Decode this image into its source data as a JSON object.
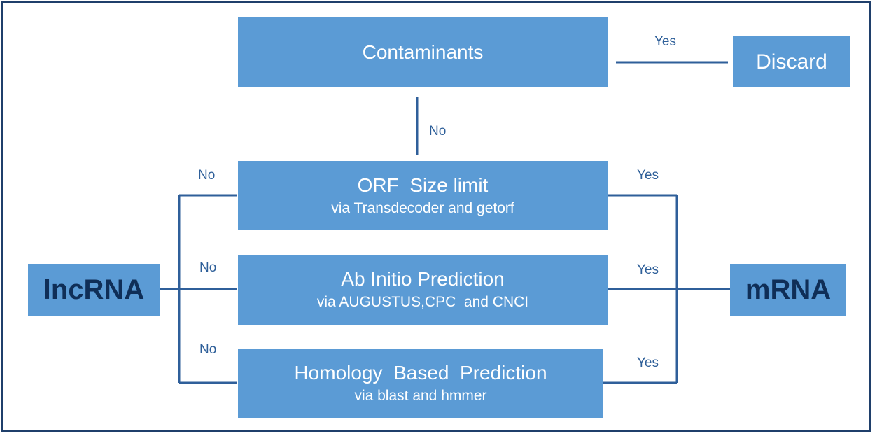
{
  "nodes": {
    "contaminants": {
      "title": "Contaminants"
    },
    "discard": {
      "title": "Discard"
    },
    "orf": {
      "title": "ORF  Size limit",
      "subtitle": "via Transdecoder and getorf"
    },
    "abinitio": {
      "title": "Ab Initio Prediction",
      "subtitle": "via AUGUSTUS,CPC  and CNCI"
    },
    "homology": {
      "title": "Homology  Based  Prediction",
      "subtitle": "via blast and hmmer"
    },
    "lncrna": {
      "title": "lncRNA"
    },
    "mrna": {
      "title": "mRNA"
    }
  },
  "edges": {
    "contaminants_yes": "Yes",
    "contaminants_no": "No",
    "orf_no": "No",
    "orf_yes": "Yes",
    "abinitio_no": "No",
    "abinitio_yes": "Yes",
    "homology_no": "No",
    "homology_yes": "Yes"
  },
  "colors": {
    "box_fill": "#5b9bd5",
    "box_text": "#ffffff",
    "terminal_text": "#0f2e57",
    "line": "#2f5f9a",
    "frame": "#1f3f6b"
  }
}
